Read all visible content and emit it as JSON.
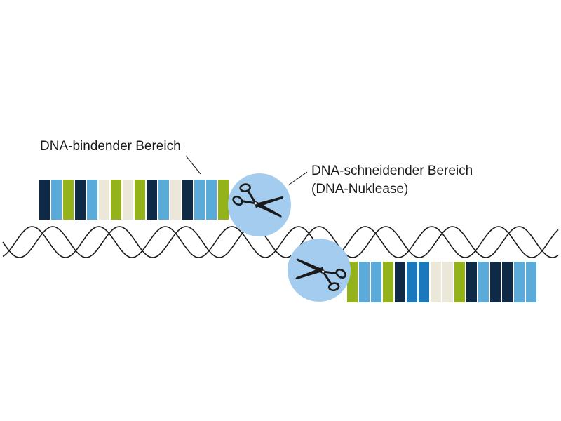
{
  "labels": {
    "binding_domain": "DNA-bindender Bereich",
    "cutting_domain_line1": "DNA-schneidender Bereich",
    "cutting_domain_line2": "(DNA-Nuklease)"
  },
  "colors": {
    "navy": "#0f2a47",
    "blue": "#1a79bd",
    "light_blue": "#5aabd9",
    "green": "#94b31a",
    "cream": "#ebe8d9",
    "nuclease_circle": "#a3ccee",
    "dna_strand": "#1a1a1a",
    "scissors": "#1a1a1a"
  },
  "icons": {
    "nuclease_icon": "scissors-icon"
  },
  "upper_binding_domain": {
    "segments": [
      "navy",
      "light_blue",
      "green",
      "navy",
      "light_blue",
      "cream",
      "green",
      "cream",
      "green",
      "navy",
      "light_blue",
      "cream",
      "navy",
      "light_blue",
      "light_blue",
      "green"
    ]
  },
  "lower_binding_domain": {
    "segments": [
      "green",
      "light_blue",
      "light_blue",
      "green",
      "navy",
      "blue",
      "blue",
      "cream",
      "cream",
      "green",
      "navy",
      "light_blue",
      "navy",
      "navy",
      "light_blue",
      "light_blue"
    ]
  }
}
